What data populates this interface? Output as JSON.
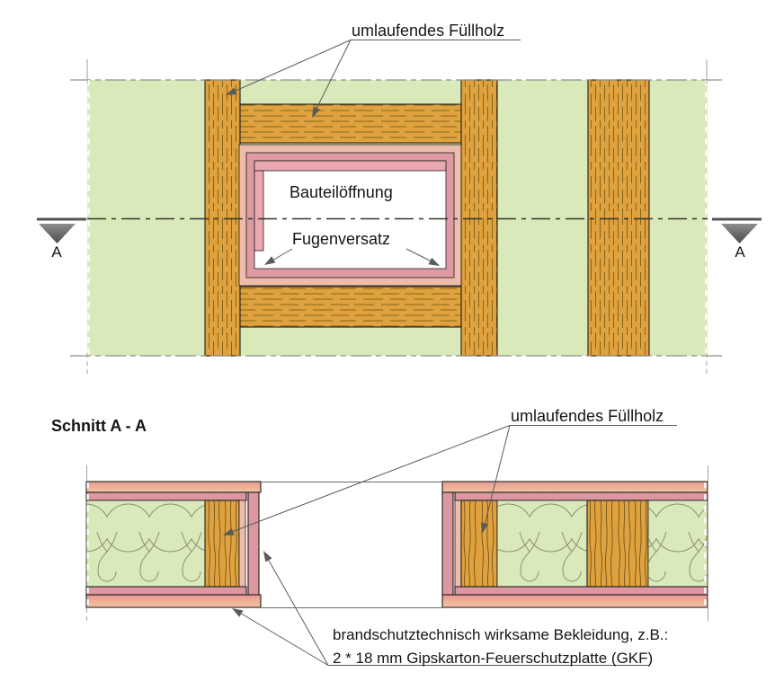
{
  "plan_view": {
    "label_fill_wood": "umlaufendes Füllholz",
    "label_opening": "Bauteilöffnung",
    "label_joint_offset": "Fugenversatz",
    "marker_left": "A",
    "marker_right": "A"
  },
  "section_view": {
    "title": "Schnitt A - A",
    "label_fill_wood": "umlaufendes Füllholz",
    "label_cladding_line1": "brandschutztechnisch wirksame Bekleidung, z.B.:",
    "label_cladding_line2": "2 * 18 mm Gipskarton-Feuerschutzplatte (GKF)"
  },
  "colors": {
    "panel_green": "#d9e9ba",
    "wood_fill": "#dfa23e",
    "wood_dash": "#85661c",
    "wood_grain": "#6f5520",
    "gkf_light": "#eebcab",
    "gkf_pink_b": "#de9ba4",
    "gkf_pink_c": "#e8aab0",
    "gkf_dark": "#dc97a1",
    "gkf_salmon_top": "#e59a8e",
    "gkf_salmon_bottom": "#f3c59f",
    "insul_line": "#8d9070",
    "marker_gray": "#545454",
    "outline_dark": "#1f1f1f",
    "leader_gray": "#5a5a5a",
    "border_gray": "#8f8f8f"
  }
}
